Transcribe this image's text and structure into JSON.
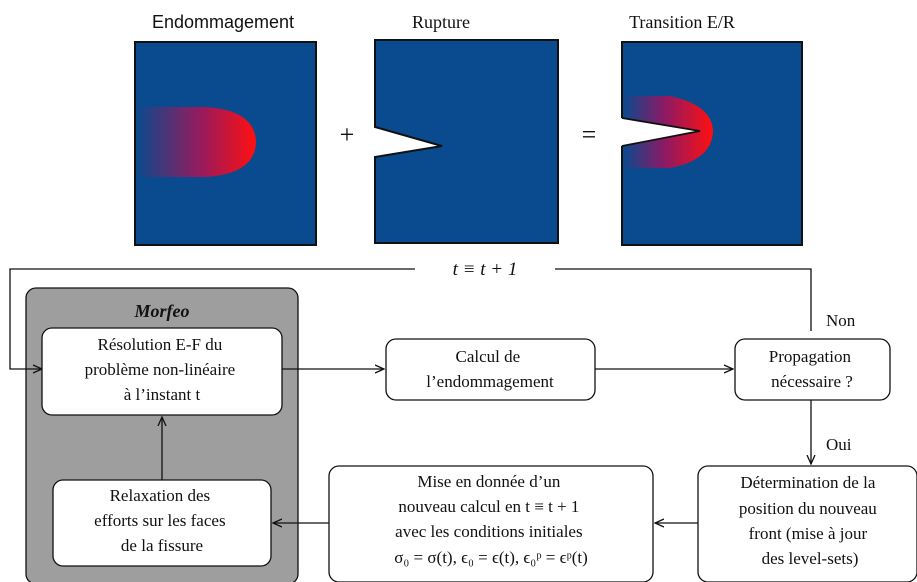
{
  "colors": {
    "panel_blue": "#0a4a8e",
    "damage_red": "#ff0000",
    "morfeo_gray": "#9e9e9e",
    "box_stroke": "#111111"
  },
  "top": {
    "title_left": "Endommagement",
    "title_mid": "Rupture",
    "title_right": "Transition E/R",
    "op_plus": "+",
    "op_equals": "="
  },
  "loop": {
    "label": "t ≡ t + 1"
  },
  "morfeo": {
    "title": "Morfeo"
  },
  "boxes": {
    "resolution": [
      "Résolution E-F du",
      "problème non-linéaire",
      "à l’instant t"
    ],
    "calcul": [
      "Calcul de",
      "l’endommagement"
    ],
    "propagation": [
      "Propagation",
      "nécessaire ?"
    ],
    "relaxation": [
      "Relaxation des",
      "efforts sur les faces",
      "de la fissure"
    ],
    "mise": [
      "Mise en donnée d’un",
      "nouveau calcul en t ≡ t + 1",
      "avec les conditions initiales",
      "σ₀ = σ(t), ϵ₀ = ϵ(t), ϵ₀ᵖ = ϵᵖ(t)"
    ],
    "determination": [
      "Détermination de la",
      "position du nouveau",
      "front (mise à jour",
      "des level-sets)"
    ]
  },
  "edge_labels": {
    "non": "Non",
    "oui": "Oui"
  }
}
